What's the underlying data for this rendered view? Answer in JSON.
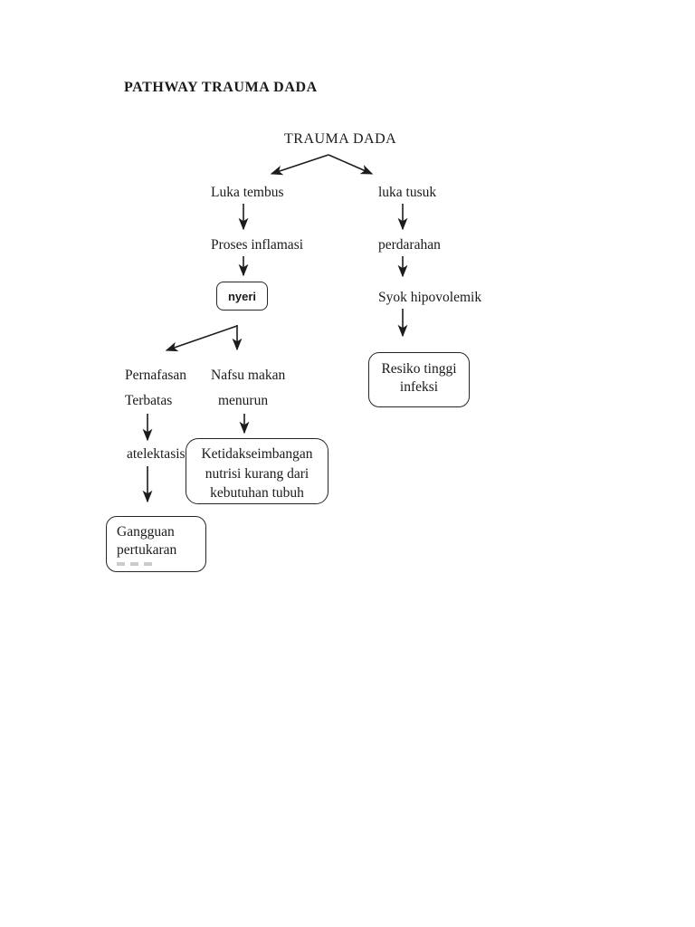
{
  "document": {
    "title": "PATHWAY TRAUMA DADA"
  },
  "diagram": {
    "root": {
      "label": "TRAUMA DADA"
    },
    "left_branch": {
      "injury": "Luka tembus",
      "process": "Proses inflamasi",
      "pain_box": "nyeri",
      "breathing": {
        "line1": "Pernafasan",
        "line2": "Terbatas"
      },
      "appetite": {
        "line1": "Nafsu makan",
        "line2": "menurun"
      },
      "atelectasis": "atelektasis",
      "nutrition_box": {
        "line1": "Ketidakseimbangan",
        "line2": "nutrisi kurang dari",
        "line3": "kebutuhan tubuh"
      },
      "gas_exchange_box": {
        "line1": "Gangguan",
        "line2": "pertukaran"
      }
    },
    "right_branch": {
      "injury": "luka tusuk",
      "process": "perdarahan",
      "shock": "Syok hipovolemik",
      "infection_box": {
        "line1": "Resiko tinggi",
        "line2": "infeksi"
      }
    }
  }
}
